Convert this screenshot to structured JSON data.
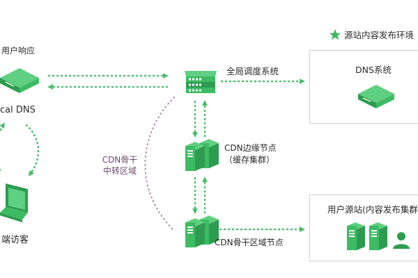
{
  "labels": {
    "user_response": "用户响应",
    "local_dns": "cal DNS",
    "terminal_visitor": "端访客",
    "cdn_backbone_l1": "CDN骨干",
    "cdn_backbone_l2": "中转区域",
    "gslb": "全局调度系统",
    "cdn_edge_l1": "CDN边缘节点",
    "cdn_edge_l2": "（缓存集群）",
    "cdn_backbone_node": "CDN骨干区域节点",
    "origin_env_title": "源站内容发布环境",
    "dns_system": "DNS系统",
    "user_origin": "用户源站(内容发布集群"
  },
  "colors": {
    "green": "#3dbb63",
    "green_dark": "#2e9c50",
    "dot_green": "#4cbc6e",
    "dot_purple": "#a88aa8",
    "box_border": "#cfcfcf",
    "label_purple": "#6b4c6e"
  },
  "icons": {
    "star": "star-icon",
    "server": "server-icon",
    "rack": "server-rack-icon",
    "laptop": "laptop-icon",
    "user": "user-icon"
  }
}
